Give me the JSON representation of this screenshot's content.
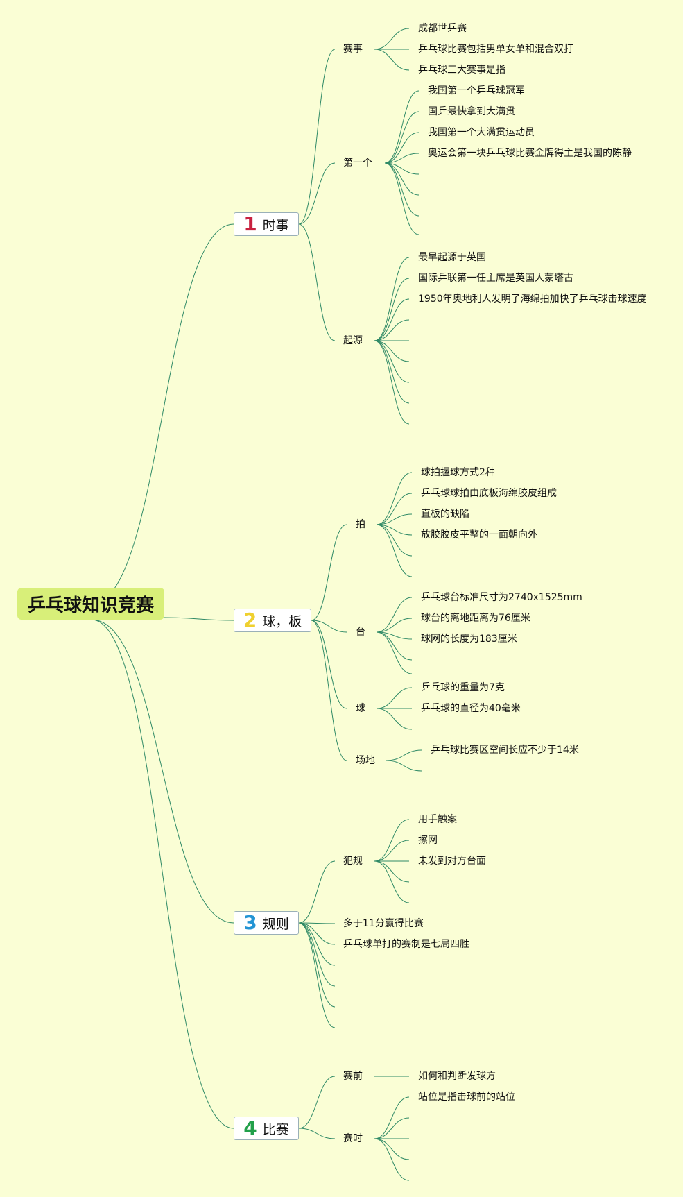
{
  "root": "乒乓球知识竞赛",
  "branches": [
    {
      "num": "1",
      "num_color": "#c8213f",
      "label": "时事",
      "subs": [
        {
          "label": "赛事",
          "items": [
            "成都世乒赛",
            "乒乓球比赛包括男单女单和混合双打",
            "乒乓球三大赛事是指"
          ]
        },
        {
          "label": "第一个",
          "items": [
            "我国第一个乒乓球冠军",
            "国乒最快拿到大满贯",
            "我国第一个大满贯运动员",
            "奥运会第一块乒乓球比赛金牌得主是我国的陈静"
          ]
        },
        {
          "label": "起源",
          "items": [
            "最早起源于英国",
            "国际乒联第一任主席是英国人蒙塔古",
            "1950年奥地利人发明了海绵拍加快了乒乓球击球速度"
          ]
        }
      ]
    },
    {
      "num": "2",
      "num_color": "#efd02f",
      "label": "球，板",
      "subs": [
        {
          "label": "拍",
          "items": [
            "球拍握球方式2种",
            "乒乓球球拍由底板海绵胶皮组成",
            "直板的缺陷",
            "放胶胶皮平整的一面朝向外"
          ]
        },
        {
          "label": "台",
          "items": [
            "乒乓球台标准尺寸为2740x1525mm",
            "球台的离地距离为76厘米",
            "球网的长度为183厘米"
          ]
        },
        {
          "label": "球",
          "items": [
            "乒乓球的重量为7克",
            "乒乓球的直径为40毫米"
          ]
        },
        {
          "label": "场地",
          "items": [
            "乒乓球比赛区空间长应不少于14米"
          ]
        }
      ]
    },
    {
      "num": "3",
      "num_color": "#2394d4",
      "label": "规则",
      "subs": [
        {
          "label": "犯规",
          "items": [
            "用手触案",
            "擦网",
            "未发到对方台面"
          ]
        }
      ],
      "leaves": [
        "多于11分赢得比赛",
        "乒乓球单打的赛制是七局四胜"
      ]
    },
    {
      "num": "4",
      "num_color": "#22a04a",
      "label": "比赛",
      "subs": [
        {
          "label": "赛前",
          "items": [
            "如何和判断发球方"
          ]
        },
        {
          "label": "赛时",
          "items": [
            "站位是指击球前的站位"
          ]
        }
      ]
    }
  ]
}
